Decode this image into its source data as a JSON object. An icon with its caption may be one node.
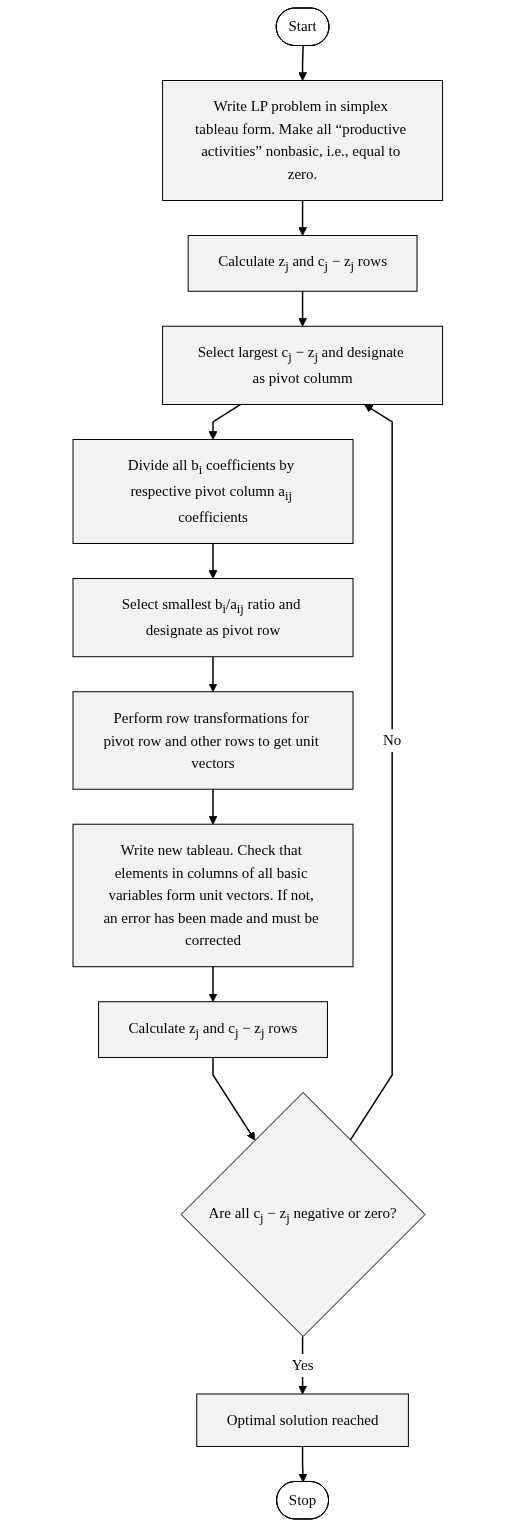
{
  "diagram": {
    "nodes": [
      {
        "text": [
          "Start"
        ]
      },
      {
        "text": [
          "Write LP problem in simplex tableau form. Make all “productive activities” nonbasic, i.e., equal to zero."
        ]
      },
      {
        "text": [
          "Calculate z$_{j}$ and c$_{j}$ − z$_{j}$ rows"
        ]
      },
      {
        "text": [
          "Select largest c$_{j}$ − z$_{j}$ and designate as pivot columm"
        ]
      },
      {
        "text": [
          "Divide all b$_{i}$ coefficients by respective pivot column a$_{ij}$ coefficients"
        ]
      },
      {
        "text": [
          "Select smallest b$_{i}$/a$_{ij}$ ratio and designate as pivot row"
        ]
      },
      {
        "text": [
          "Perform row transformations for pivot row and other rows to get unit vectors"
        ]
      },
      {
        "text": [
          "Write new tableau. Check that elements in columns of all basic variables form unit vectors. If not, an error has been made and must be corrected"
        ]
      },
      {
        "text": [
          "Calculate z$_{j}$ and c$_{j}$ − z$_{j}$ rows"
        ]
      },
      {
        "text": [
          "Are all c$_{j}$ − z$_{j}$ negative or zero?"
        ]
      },
      {
        "text": [
          "Optimal solution reached"
        ]
      },
      {
        "text": [
          "Stop"
        ]
      }
    ],
    "edges": [
      {
        "from": 0,
        "to": 1,
        "arrow": "to"
      },
      {
        "from": 1,
        "to": 2,
        "arrow": "to"
      },
      {
        "from": 2,
        "to": 3,
        "arrow": "to"
      },
      {
        "from": 3,
        "to": 4,
        "arrow": "to"
      },
      {
        "from": 4,
        "to": 5,
        "arrow": "to"
      },
      {
        "from": 5,
        "to": 6,
        "arrow": "to"
      },
      {
        "from": 6,
        "to": 7,
        "arrow": "to"
      },
      {
        "from": 7,
        "to": 8,
        "arrow": "to"
      },
      {
        "from": 8,
        "to": 9,
        "arrow": "to"
      },
      {
        "from": 9,
        "to": 3,
        "label": "No",
        "arrow": "to"
      },
      {
        "from": 9,
        "to": 10,
        "label": "Yes",
        "arrow": "to"
      },
      {
        "from": 10,
        "to": 11,
        "arrow": "to"
      }
    ]
  }
}
